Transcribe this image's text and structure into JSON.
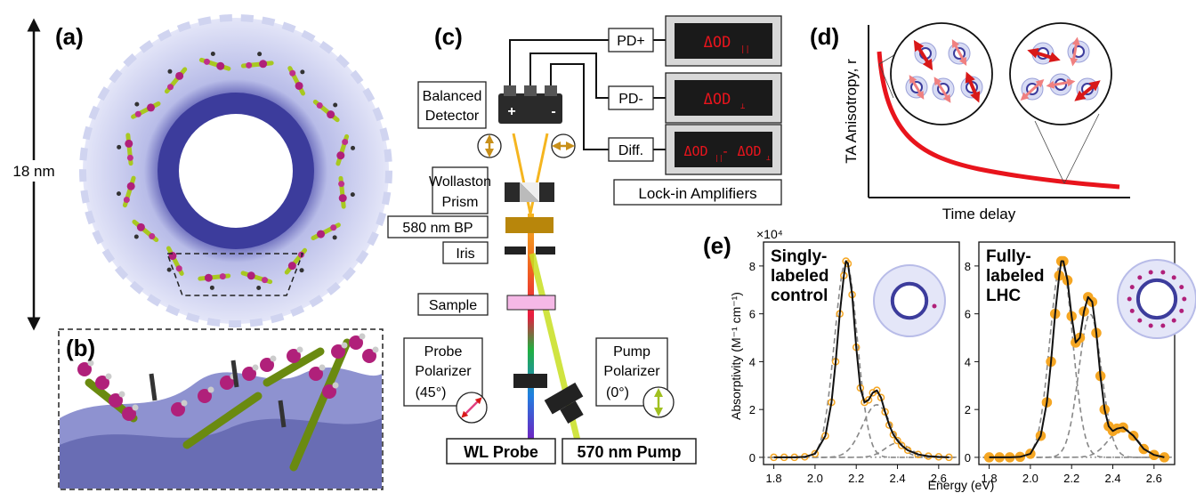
{
  "panel_a": {
    "label": "(a)",
    "scale": "18 nm"
  },
  "panel_b": {
    "label": "(b)"
  },
  "panel_c": {
    "label": "(c)",
    "balanced_detector": [
      "Balanced",
      "Detector"
    ],
    "detector_plus": "+",
    "detector_minus": "-",
    "pd_plus": "PD+",
    "pd_minus": "PD-",
    "diff": "Diff.",
    "lockin_parallel": "ΔOD",
    "lockin_parallel_sub": "||",
    "lockin_perp": "ΔOD",
    "lockin_perp_sub": "⊥",
    "lockin_diff_a": "ΔOD",
    "lockin_diff_a_sub": "||",
    "lockin_diff_sep": "-",
    "lockin_diff_b": "ΔOD",
    "lockin_diff_b_sub": "⊥",
    "lockin_label": "Lock-in Amplifiers",
    "wollaston": [
      "Wollaston",
      "Prism"
    ],
    "bandpass": "580 nm BP",
    "iris": "Iris",
    "sample": "Sample",
    "probe_polarizer": [
      "Probe",
      "Polarizer",
      "(45°)"
    ],
    "pump_polarizer": [
      "Pump",
      "Polarizer",
      "(0°)"
    ],
    "wl_probe": "WL Probe",
    "pump": "570 nm Pump",
    "colors": {
      "lockin_text": "#e8141c",
      "beam_probe": "#f5b51f",
      "beam_pump": "#c8e020",
      "bandpass": "#b8860b",
      "sample": "#f5b8e6"
    }
  },
  "panel_d": {
    "label": "(d)",
    "ylabel": "TA Anisotropy, r",
    "xlabel": "Time delay",
    "colors": {
      "curve": "#e8141c"
    }
  },
  "panel_e": {
    "label": "(e)",
    "multiplier": "×10⁴",
    "ylabel": "Absorptivity (M⁻¹ cm⁻¹)",
    "xlabel": "Energy (eV)",
    "colors": {
      "data": "#f5a623",
      "fit": "#111111",
      "component": "#888888"
    }
  },
  "chart_data": [
    {
      "type": "line",
      "title": "Singly-labeled control",
      "title_lines": [
        "Singly-",
        "labeled",
        "control"
      ],
      "xlabel": "Energy (eV)",
      "ylabel": "Absorptivity (M⁻¹ cm⁻¹)",
      "xlim": [
        1.75,
        2.7
      ],
      "ylim": [
        -0.3,
        9
      ],
      "xticks": [
        "1.8",
        "2.0",
        "2.2",
        "2.4",
        "2.6"
      ],
      "yticks": [
        "0",
        "2",
        "4",
        "6",
        "8"
      ],
      "x": [
        1.8,
        1.85,
        1.9,
        1.95,
        2.0,
        2.05,
        2.08,
        2.1,
        2.12,
        2.14,
        2.15,
        2.16,
        2.18,
        2.2,
        2.22,
        2.24,
        2.26,
        2.28,
        2.3,
        2.32,
        2.34,
        2.36,
        2.38,
        2.4,
        2.42,
        2.45,
        2.5,
        2.55,
        2.6,
        2.65
      ],
      "series": [
        {
          "values": [
            0,
            0,
            0,
            0.02,
            0.15,
            0.9,
            2.3,
            4.0,
            6.0,
            7.6,
            8.2,
            8.1,
            6.8,
            4.6,
            2.9,
            2.3,
            2.4,
            2.7,
            2.8,
            2.5,
            1.9,
            1.35,
            0.95,
            0.7,
            0.5,
            0.3,
            0.12,
            0.05,
            0.02,
            0
          ]
        },
        {
          "values": [
            0,
            0,
            0,
            0.02,
            0.15,
            0.9,
            2.3,
            4.0,
            6.0,
            7.6,
            8.2,
            8.1,
            6.8,
            4.6,
            2.9,
            2.3,
            2.4,
            2.7,
            2.8,
            2.5,
            1.9,
            1.35,
            0.95,
            0.7,
            0.5,
            0.3,
            0.12,
            0.05,
            0.02,
            0
          ]
        }
      ],
      "grid": false
    },
    {
      "type": "line",
      "title": "Fully-labeled LHC",
      "title_lines": [
        "Fully-",
        "labeled",
        "LHC"
      ],
      "xlabel": "Energy (eV)",
      "ylabel": "",
      "xlim": [
        1.75,
        2.7
      ],
      "ylim": [
        -0.3,
        9
      ],
      "xticks": [
        "1.8",
        "2.0",
        "2.2",
        "2.4",
        "2.6"
      ],
      "yticks": [
        "0",
        "2",
        "4",
        "6",
        "8"
      ],
      "x": [
        1.8,
        1.85,
        1.9,
        1.95,
        2.0,
        2.05,
        2.08,
        2.1,
        2.12,
        2.14,
        2.15,
        2.16,
        2.18,
        2.2,
        2.22,
        2.24,
        2.26,
        2.28,
        2.3,
        2.32,
        2.34,
        2.36,
        2.38,
        2.4,
        2.42,
        2.45,
        2.5,
        2.55,
        2.6,
        2.65
      ],
      "series": [
        {
          "values": [
            0,
            0,
            0,
            0.02,
            0.15,
            0.9,
            2.3,
            4.0,
            6.0,
            7.6,
            8.2,
            8.2,
            7.4,
            5.9,
            4.8,
            5.0,
            6.1,
            6.7,
            6.5,
            5.2,
            3.4,
            2.0,
            1.3,
            1.1,
            1.2,
            1.25,
            0.9,
            0.35,
            0.1,
            0
          ]
        },
        {
          "values": [
            0,
            0,
            0,
            0.02,
            0.15,
            0.9,
            2.3,
            4.0,
            6.0,
            7.6,
            8.2,
            8.2,
            7.4,
            5.9,
            4.8,
            5.0,
            6.1,
            6.7,
            6.5,
            5.2,
            3.4,
            2.0,
            1.3,
            1.1,
            1.2,
            1.25,
            0.9,
            0.35,
            0.1,
            0
          ]
        }
      ],
      "grid": false
    }
  ]
}
